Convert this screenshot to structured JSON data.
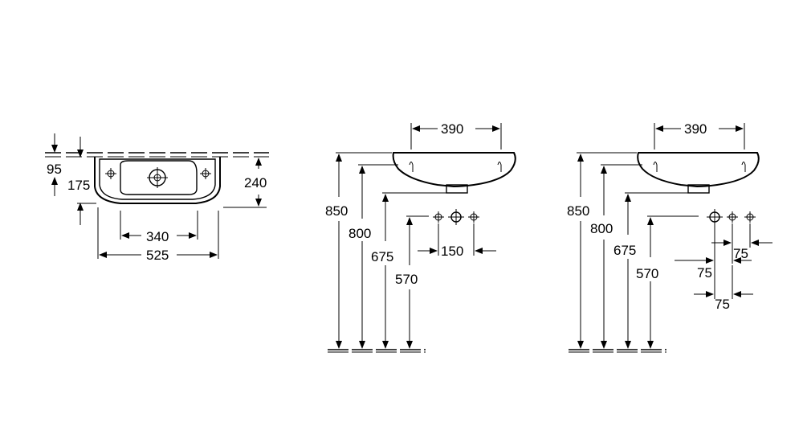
{
  "views": {
    "top": {
      "dims": {
        "d95": "95",
        "d175": "175",
        "d240": "240",
        "d340": "340",
        "d525": "525"
      }
    },
    "side_single": {
      "dims": {
        "w390": "390",
        "h850": "850",
        "h800": "800",
        "h675": "675",
        "h570": "570",
        "d150": "150"
      }
    },
    "side_triple": {
      "dims": {
        "w390": "390",
        "h850": "850",
        "h800": "800",
        "h675": "675",
        "h570": "570",
        "d75a": "75",
        "d75b": "75",
        "d75c": "75"
      }
    }
  }
}
